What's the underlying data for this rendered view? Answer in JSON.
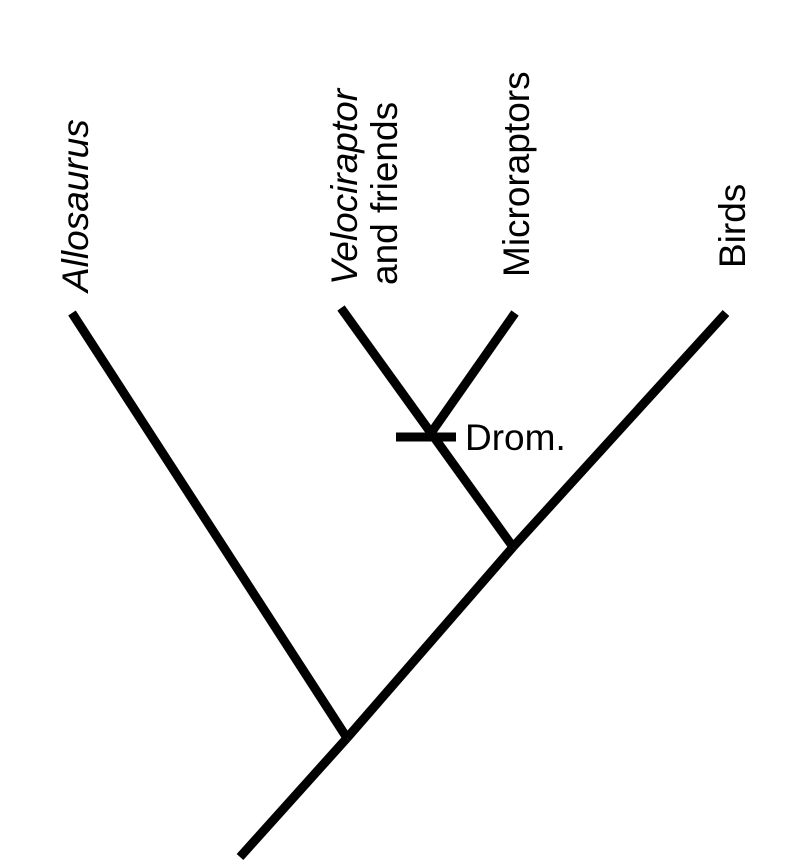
{
  "diagram": {
    "type": "cladogram",
    "line_color": "#000000",
    "taxa": [
      {
        "id": "allosaurus",
        "lines": [
          {
            "text": "Allosaurus",
            "italic": true
          }
        ]
      },
      {
        "id": "velociraptor",
        "lines": [
          {
            "text": "Velociraptor",
            "italic": true
          },
          {
            "text": "and friends",
            "italic": false
          }
        ]
      },
      {
        "id": "microraptors",
        "lines": [
          {
            "text": "Microraptors",
            "italic": false
          }
        ]
      },
      {
        "id": "birds",
        "lines": [
          {
            "text": "Birds",
            "italic": false
          }
        ]
      }
    ],
    "clades": [
      {
        "id": "dromaeosauridae",
        "label": "Drom.",
        "members": [
          "velociraptor",
          "microraptors"
        ]
      }
    ],
    "topology": "(Allosaurus, ((Velociraptor and friends, Microraptors)Drom., Birds))"
  }
}
